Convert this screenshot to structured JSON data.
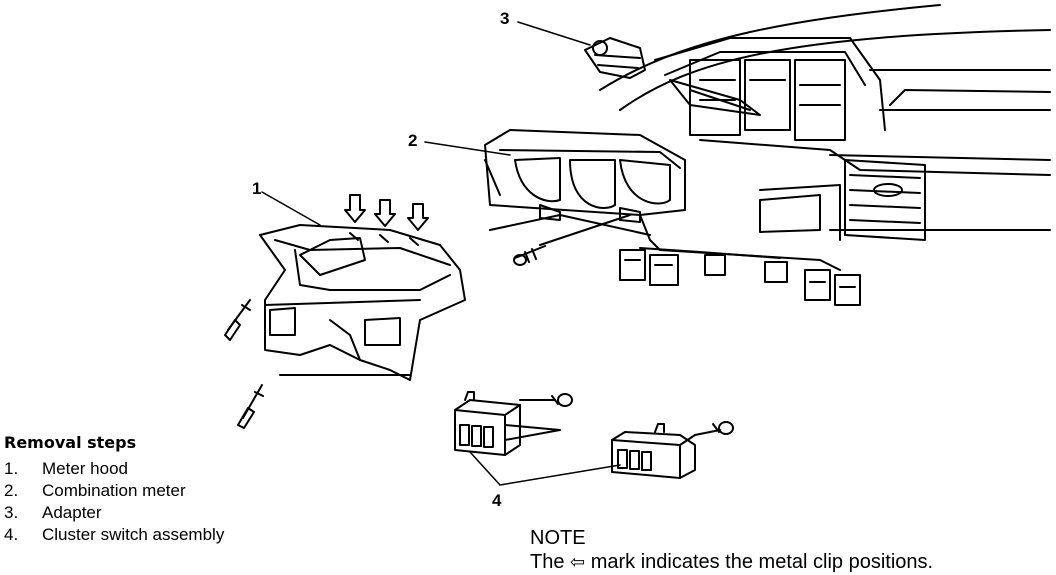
{
  "callouts": {
    "c1": "1",
    "c2": "2",
    "c3": "3",
    "c4": "4"
  },
  "removal": {
    "title": "Removal steps",
    "steps": [
      {
        "num": "1.",
        "label": "Meter hood"
      },
      {
        "num": "2.",
        "label": "Combination meter"
      },
      {
        "num": "3.",
        "label": "Adapter"
      },
      {
        "num": "4.",
        "label": "Cluster switch assembly"
      }
    ]
  },
  "note": {
    "title": "NOTE",
    "prefix": "The",
    "glyph": "⇦",
    "glyph_icon": "left-arrow-icon",
    "suffix": "mark indicates the metal clip positions."
  }
}
